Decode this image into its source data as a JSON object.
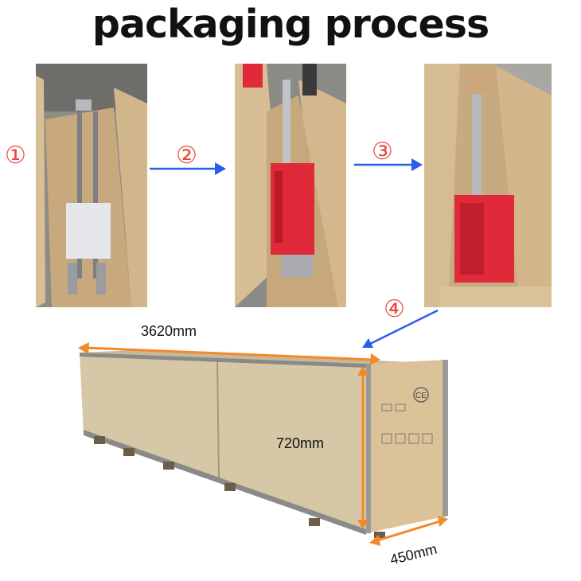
{
  "title": "packaging process",
  "steps": [
    {
      "number": "①"
    },
    {
      "number": "②"
    },
    {
      "number": "③"
    },
    {
      "number": "④"
    }
  ],
  "dimensions": {
    "length": "3620mm",
    "height": "720mm",
    "width": "450mm"
  },
  "crate_mark": "CE",
  "colors": {
    "arrow": "#2a5ee8",
    "step_number": "#e8493a",
    "dimension_arrow": "#f08a2a",
    "machine": "#e02a3a",
    "plywood": "#dcc298"
  }
}
